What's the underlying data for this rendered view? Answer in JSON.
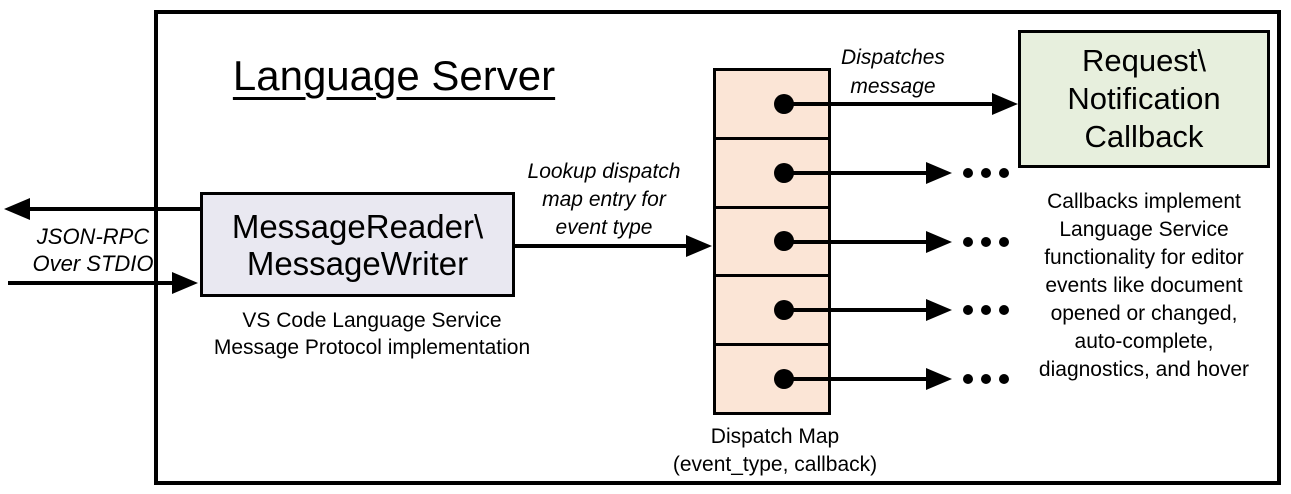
{
  "title": "Language Server",
  "stdio_label": {
    "line1": "JSON-RPC",
    "line2": "Over STDIO"
  },
  "message_reader": {
    "line1": "MessageReader\\",
    "line2": "MessageWriter",
    "caption1": "VS Code Language Service",
    "caption2": "Message Protocol implementation"
  },
  "lookup_label": {
    "line1": "Lookup dispatch",
    "line2": "map entry for",
    "line3": "event type"
  },
  "dispatches_label": {
    "line1": "Dispatches",
    "line2": "message"
  },
  "callback_box": {
    "line1": "Request\\",
    "line2": "Notification",
    "line3": "Callback"
  },
  "dispatch_map": {
    "label1": "Dispatch Map",
    "label2": "(event_type, callback)",
    "row_count": 5
  },
  "callbacks_note": [
    "Callbacks implement",
    "Language Service",
    "functionality for editor",
    "events like document",
    "opened or changed,",
    "auto-complete,",
    "diagnostics, and hover"
  ],
  "colors": {
    "line": "#000000",
    "reader_box_fill": "#e9e8f1",
    "dispatch_map_fill": "#fbe5d6",
    "callback_box_fill": "#e7efdd"
  }
}
